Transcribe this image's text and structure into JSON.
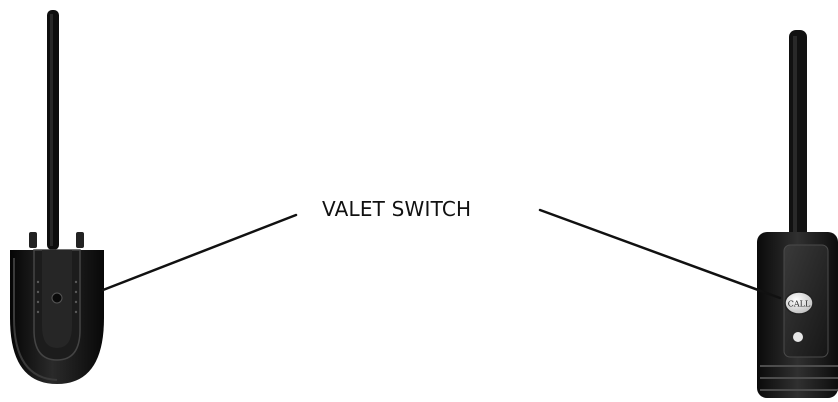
{
  "callout": {
    "label": "VALET SWITCH"
  },
  "devices": {
    "left": {
      "name": "rounded-transmitter"
    },
    "right": {
      "name": "rectangular-transmitter",
      "button_label": "CALL"
    }
  },
  "colors": {
    "background": "#ffffff",
    "device_body": "#1a1a1a",
    "line": "#111111"
  }
}
